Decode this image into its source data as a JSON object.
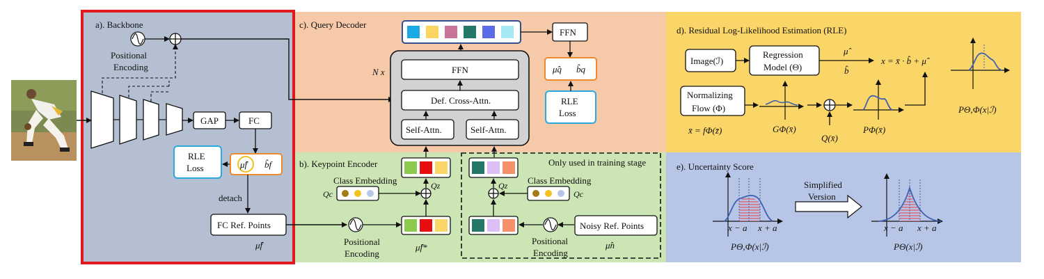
{
  "panels": {
    "backbone": {
      "title": "a). Backbone",
      "pos_enc_line1": "Positional",
      "pos_enc_line2": "Encoding",
      "gap": "GAP",
      "fc": "FC",
      "rle_line1": "RLE",
      "rle_line2": "Loss",
      "mu_f": "μ̂f",
      "b_f": "b̂f",
      "detach": "detach",
      "fc_ref": "FC Ref. Points",
      "mu_f_bottom": "μ̂f"
    },
    "query_decoder": {
      "title": "c). Query Decoder",
      "n_x": "N x",
      "ffn_inner": "FFN",
      "cross_attn": "Def. Cross-Attn.",
      "self_attn_1": "Self-Attn.",
      "self_attn_2": "Self-Attn.",
      "ffn_out": "FFN",
      "mu_q": "μ̂q",
      "b_q": "b̂q",
      "rle_line1": "RLE",
      "rle_line2": "Loss"
    },
    "keypoint_encoder": {
      "title": "b). Keypoint Encoder",
      "training_note": "Only used in training stage",
      "class_emb_1": "Class Embedding",
      "class_emb_2": "Class Embedding",
      "q_c_1": "Qc",
      "q_c_2": "Qc",
      "q_z_1": "Qz",
      "q_z_2": "Qz",
      "pos_enc_1_line1": "Positional",
      "pos_enc_1_line2": "Encoding",
      "pos_enc_2_line1": "Positional",
      "pos_enc_2_line2": "Encoding",
      "mu_f_star": "μ̂f*",
      "mu_n": "μ̂n",
      "noisy_ref": "Noisy Ref. Points"
    },
    "rle": {
      "title": "d). Residual Log-Likelihood Estimation (RLE)",
      "image": "Image(ℐ)",
      "regression_line1": "Regression",
      "regression_line2": "Model (Θ)",
      "mu_hat": "μ̂",
      "b_hat": "b̂",
      "equation": "x = x̄ · b̂ + μ̂",
      "flow_line1": "Normalizing",
      "flow_line2": "Flow (Φ)",
      "xbar_eq": "x̄ = fΦ(z̄)",
      "g_label": "GΦ(x̄)",
      "q_label": "Q(x̄)",
      "p_phi_label": "PΦ(x̄)",
      "p_theta_phi_label": "PΘ,Φ(x|ℐ)"
    },
    "uncertainty": {
      "title": "e). Uncertainty Score",
      "simplified_line1": "Simplified",
      "simplified_line2": "Version",
      "x_minus_a_1": "x − a",
      "x_plus_a_1": "x + a",
      "x_minus_a_2": "x − a",
      "x_plus_a_2": "x + a",
      "p_left": "PΘ,Φ(x|ℐ)",
      "p_right": "PΘ(x|ℐ)"
    }
  },
  "colors": {
    "backbone_bg": "#b4bfd1",
    "backbone_border": "#e0191e",
    "decoder_bg": "#f6c9a9",
    "encoder_bg": "#cbe5b4",
    "rle_bg": "#fad567",
    "uncertainty_bg": "#b7c6e6",
    "rle_box_border": "#2aa8e0",
    "pred_box_border": "#ed8a2c",
    "query_border": "#2f4f8f",
    "curve": "#3f62b0",
    "hatch": "#e15a6b"
  },
  "tokens": {
    "query": [
      "#1ba9e5",
      "#fcd561",
      "#c87397",
      "#23786a",
      "#5a6ce7",
      "#a8e8f3"
    ],
    "encoder_left_top": [
      "#8ccb4c",
      "#e60e0e",
      "#fad567"
    ],
    "encoder_right_top": [
      "#23786a",
      "#dcbff6",
      "#f6906a"
    ],
    "encoder_left_bottom": [
      "#8ccb4c",
      "#e60e0e",
      "#fad567"
    ],
    "encoder_right_bottom": [
      "#23786a",
      "#dcbff6",
      "#f6906a"
    ],
    "class_dots": [
      "#a47a12",
      "#f3c21b",
      "#b7c6e6"
    ]
  }
}
